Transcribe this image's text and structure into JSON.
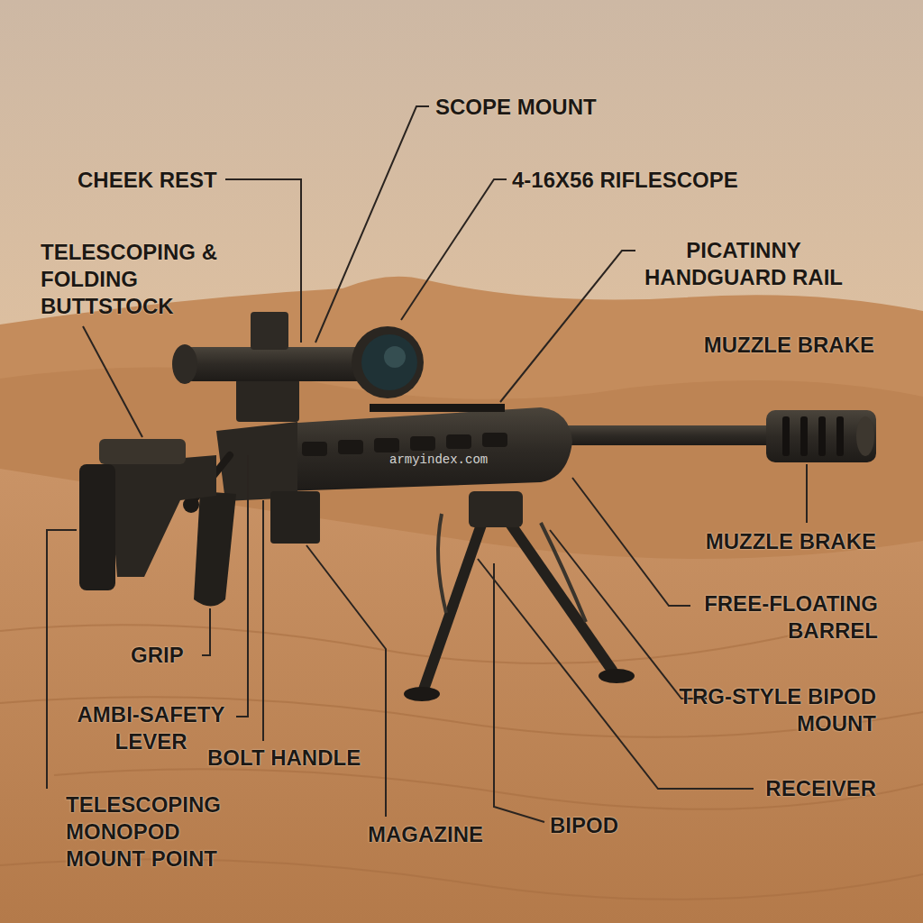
{
  "diagram": {
    "labels": [
      "SCOPE MOUNT",
      "CHEEK REST",
      "4-16X56 RIFLESCOPE",
      "TELESCOPING & FOLDING BUTTSTOCK",
      "PICATINNY HANDGUARD RAIL",
      "MUZZLE BRAKE",
      "armyindex.com",
      "MUZZLE BRAKE",
      "FREE-FLOATING BARREL",
      "GRIP",
      "TRG-STYLE BIPOD MOUNT",
      "AMBI-SAFETY LEVER",
      "BOLT HANDLE",
      "RECEIVER",
      "TELESCOPING MONOPOD MOUNT POINT",
      "MAGAZINE",
      "BIPOD"
    ]
  }
}
